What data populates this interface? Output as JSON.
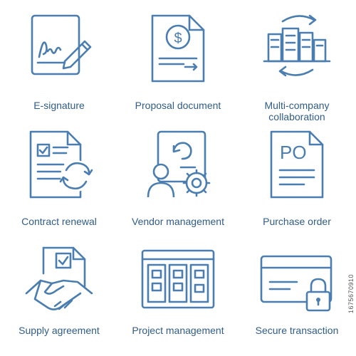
{
  "icons": [
    {
      "label": "E-signature",
      "icon": "signature-document-icon"
    },
    {
      "label": "Proposal document",
      "icon": "dollar-document-icon"
    },
    {
      "label": "Multi-company collaboration",
      "icon": "buildings-cycle-icon"
    },
    {
      "label": "Contract renewal",
      "icon": "checklist-renew-icon"
    },
    {
      "label": "Vendor management",
      "icon": "person-gear-icon"
    },
    {
      "label": "Purchase order",
      "icon": "po-document-icon"
    },
    {
      "label": "Supply agreement",
      "icon": "handshake-icon"
    },
    {
      "label": "Project management",
      "icon": "kanban-board-icon"
    },
    {
      "label": "Secure transaction",
      "icon": "credit-card-lock-icon"
    }
  ],
  "po_text": "PO",
  "dollar_sign": "$",
  "stock_id": "1675670910",
  "colors": {
    "line": "#4a7db0",
    "text": "#2f5c8a"
  }
}
